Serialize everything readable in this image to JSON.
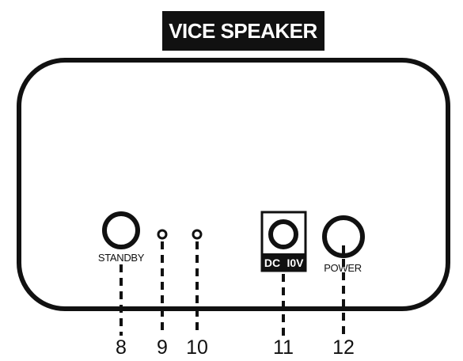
{
  "title": "VICE SPEAKER",
  "labels": {
    "standby": "STANDBY",
    "power": "POWER",
    "dc_left": "DC",
    "dc_right": "I0V"
  },
  "callouts": [
    "8",
    "9",
    "10",
    "11",
    "12"
  ],
  "colors": {
    "ink": "#111111",
    "background": "#ffffff",
    "title_bg": "#111111",
    "title_fg": "#ffffff"
  }
}
